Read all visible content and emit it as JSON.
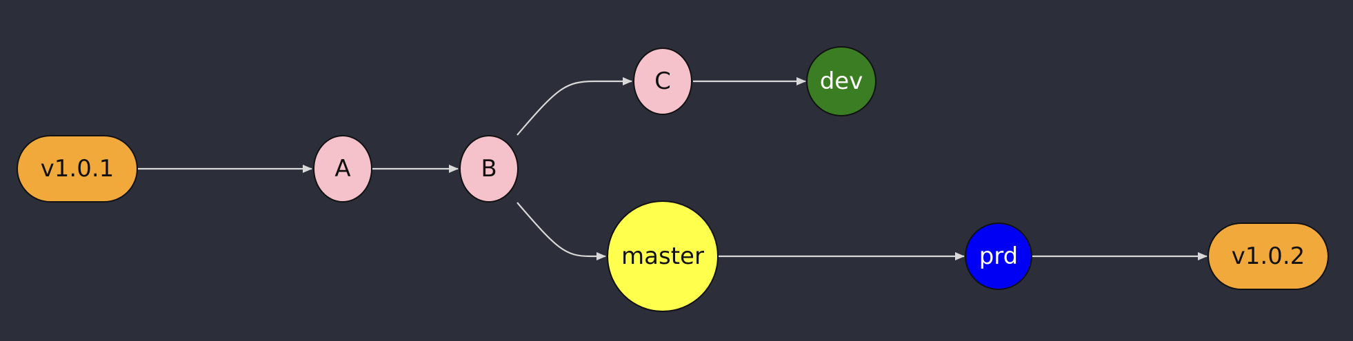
{
  "diagram": {
    "nodes": [
      {
        "id": "v101",
        "label": "v1.0.1",
        "fill": "#f2a93b",
        "text_color": "#111111"
      },
      {
        "id": "A",
        "label": "A",
        "fill": "#f5c2cc",
        "text_color": "#111111"
      },
      {
        "id": "B",
        "label": "B",
        "fill": "#f5c2cc",
        "text_color": "#111111"
      },
      {
        "id": "C",
        "label": "C",
        "fill": "#f5c2cc",
        "text_color": "#111111"
      },
      {
        "id": "dev",
        "label": "dev",
        "fill": "#3a7d22",
        "text_color": "#ffffff"
      },
      {
        "id": "master",
        "label": "master",
        "fill": "#ffff4d",
        "text_color": "#111111"
      },
      {
        "id": "prd",
        "label": "prd",
        "fill": "#0000f5",
        "text_color": "#ffffff"
      },
      {
        "id": "v102",
        "label": "v1.0.2",
        "fill": "#f2a93b",
        "text_color": "#111111"
      }
    ],
    "edges": [
      {
        "from": "v101",
        "to": "A"
      },
      {
        "from": "A",
        "to": "B"
      },
      {
        "from": "B",
        "to": "C"
      },
      {
        "from": "C",
        "to": "dev"
      },
      {
        "from": "B",
        "to": "master"
      },
      {
        "from": "master",
        "to": "prd"
      },
      {
        "from": "prd",
        "to": "v102"
      }
    ],
    "colors": {
      "background": "#2c2f3a",
      "edge": "#d9d9d9",
      "node_stroke": "#111111"
    }
  }
}
